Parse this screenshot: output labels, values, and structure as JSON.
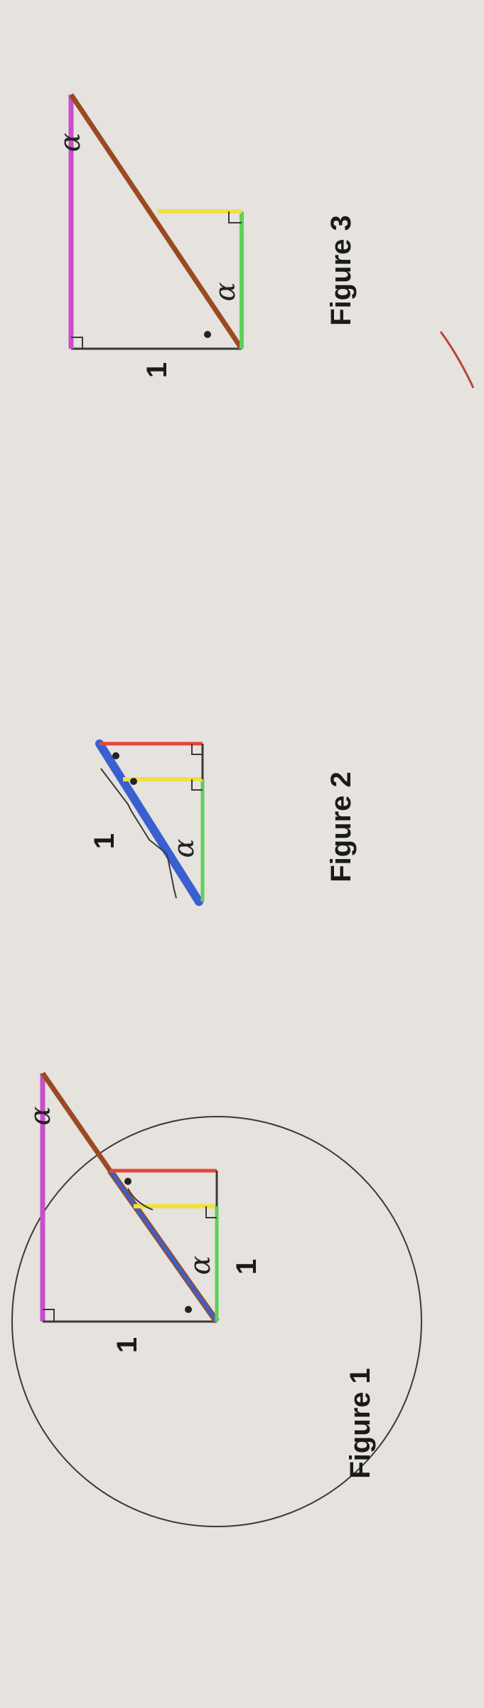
{
  "figures": [
    {
      "caption": "Figure 1",
      "unit_labels": [
        "1",
        "1"
      ],
      "angle_symbol": "α"
    },
    {
      "caption": "Figure 2",
      "unit_labels": [
        "1"
      ],
      "angle_symbol": "α"
    },
    {
      "caption": "Figure 3",
      "unit_labels": [
        "1"
      ],
      "angle_symbol": "α"
    }
  ],
  "colors": {
    "background": "#e6e2de",
    "magenta": "#c94ec9",
    "brown": "#9a4a22",
    "blue": "#3a5fd0",
    "red": "#e5453a",
    "yellow": "#f0e040",
    "green": "#5fcf5a",
    "outline": "#3a3a3a"
  }
}
